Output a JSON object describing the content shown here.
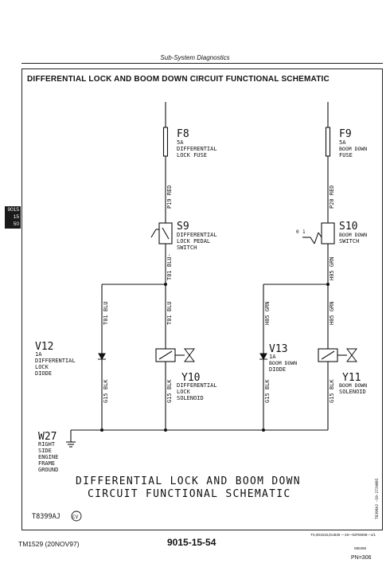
{
  "header": {
    "title": "Sub-System Diagnostics"
  },
  "side_tab": {
    "lines": [
      "9015",
      "15",
      "50"
    ]
  },
  "schematic": {
    "heading": "DIFFERENTIAL LOCK AND BOOM DOWN CIRCUIT FUNCTIONAL SCHEMATIC",
    "fuse_f8": {
      "id": "F8",
      "rating": "5A",
      "line1": "DIFFERENTIAL",
      "line2": "LOCK FUSE"
    },
    "fuse_f9": {
      "id": "F9",
      "rating": "5A",
      "line1": "BOOM DOWN",
      "line2": "FUSE"
    },
    "switch_s9": {
      "id": "S9",
      "line1": "DIFFERENTIAL",
      "line2": "LOCK PEDAL",
      "line3": "SWITCH"
    },
    "switch_s10": {
      "id": "S10",
      "line1": "BOOM DOWN",
      "line2": "SWITCH"
    },
    "diode_v12": {
      "id": "V12",
      "rating": "1A",
      "line1": "DIFFERENTIAL",
      "line2": "LOCK",
      "line3": "DIODE"
    },
    "diode_v13": {
      "id": "V13",
      "rating": "1A",
      "line1": "BOOM DOWN",
      "line2": "DIODE"
    },
    "solenoid_y10": {
      "id": "Y10",
      "line1": "DIFFERENTIAL",
      "line2": "LOCK",
      "line3": "SOLENOID"
    },
    "solenoid_y11": {
      "id": "Y11",
      "line1": "BOOM DOWN",
      "line2": "SOLENOID"
    },
    "ground_w27": {
      "id": "W27",
      "line1": "RIGHT",
      "line2": "SIDE",
      "line3": "ENGINE",
      "line4": "FRAME",
      "line5": "GROUND"
    },
    "wires": {
      "p19": "P19 RED",
      "p20": "P20 RED",
      "t01": "T01 BLU",
      "t01_sw": "T01 BLU-",
      "h05": "H05 GRN",
      "g15": "G15 BLK"
    },
    "switch_pins": {
      "s10_a": "0",
      "s10_b": "1"
    },
    "caption_line1": "DIFFERENTIAL LOCK AND BOOM DOWN",
    "caption_line2": "CIRCUIT FUNCTIONAL SCHEMATIC",
    "figure_id": "T8399AJ",
    "figure_mark": "CV",
    "side_code": "T8399AJ —19-27JAN95"
  },
  "footer": {
    "doc_id": "TM1529 (20NOV97)",
    "page_ref": "9015-15-54",
    "small_ref": "TX,901515,DU635 —19—02FEB96—1/1",
    "small_code": "080399",
    "pn": "PN=306"
  }
}
